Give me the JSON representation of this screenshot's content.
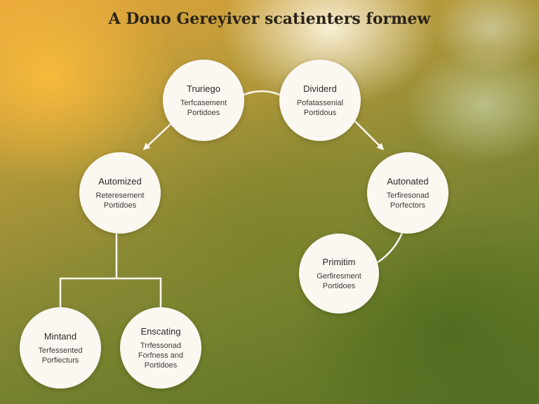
{
  "title": "A Douo Gereyiver scatienters formew",
  "nodes": [
    {
      "id": "n1",
      "label": "Truriego",
      "line1": "Terfcasement",
      "line2": "Portidoes",
      "line3": ""
    },
    {
      "id": "n2",
      "label": "Dividerd",
      "line1": "Pofatassenial",
      "line2": "Portidous",
      "line3": ""
    },
    {
      "id": "n3",
      "label": "Automized",
      "line1": "Reteresement",
      "line2": "Portidoes",
      "line3": ""
    },
    {
      "id": "n4",
      "label": "Autonated",
      "line1": "Terfiresonad",
      "line2": "Porfectors",
      "line3": ""
    },
    {
      "id": "n5",
      "label": "Primitim",
      "line1": "Gerfiresment",
      "line2": "Portidoes",
      "line3": ""
    },
    {
      "id": "n6",
      "label": "Mintand",
      "line1": "Terfessented",
      "line2": "Porfiecturs",
      "line3": ""
    },
    {
      "id": "n7",
      "label": "Enscating",
      "line1": "Trrfessonad",
      "line2": "Forfness and",
      "line3": "Portidoes"
    }
  ],
  "colors": {
    "node_fill": "#fbf8f1",
    "connector": "#fbf8f1",
    "title_text": "#2b2418"
  }
}
